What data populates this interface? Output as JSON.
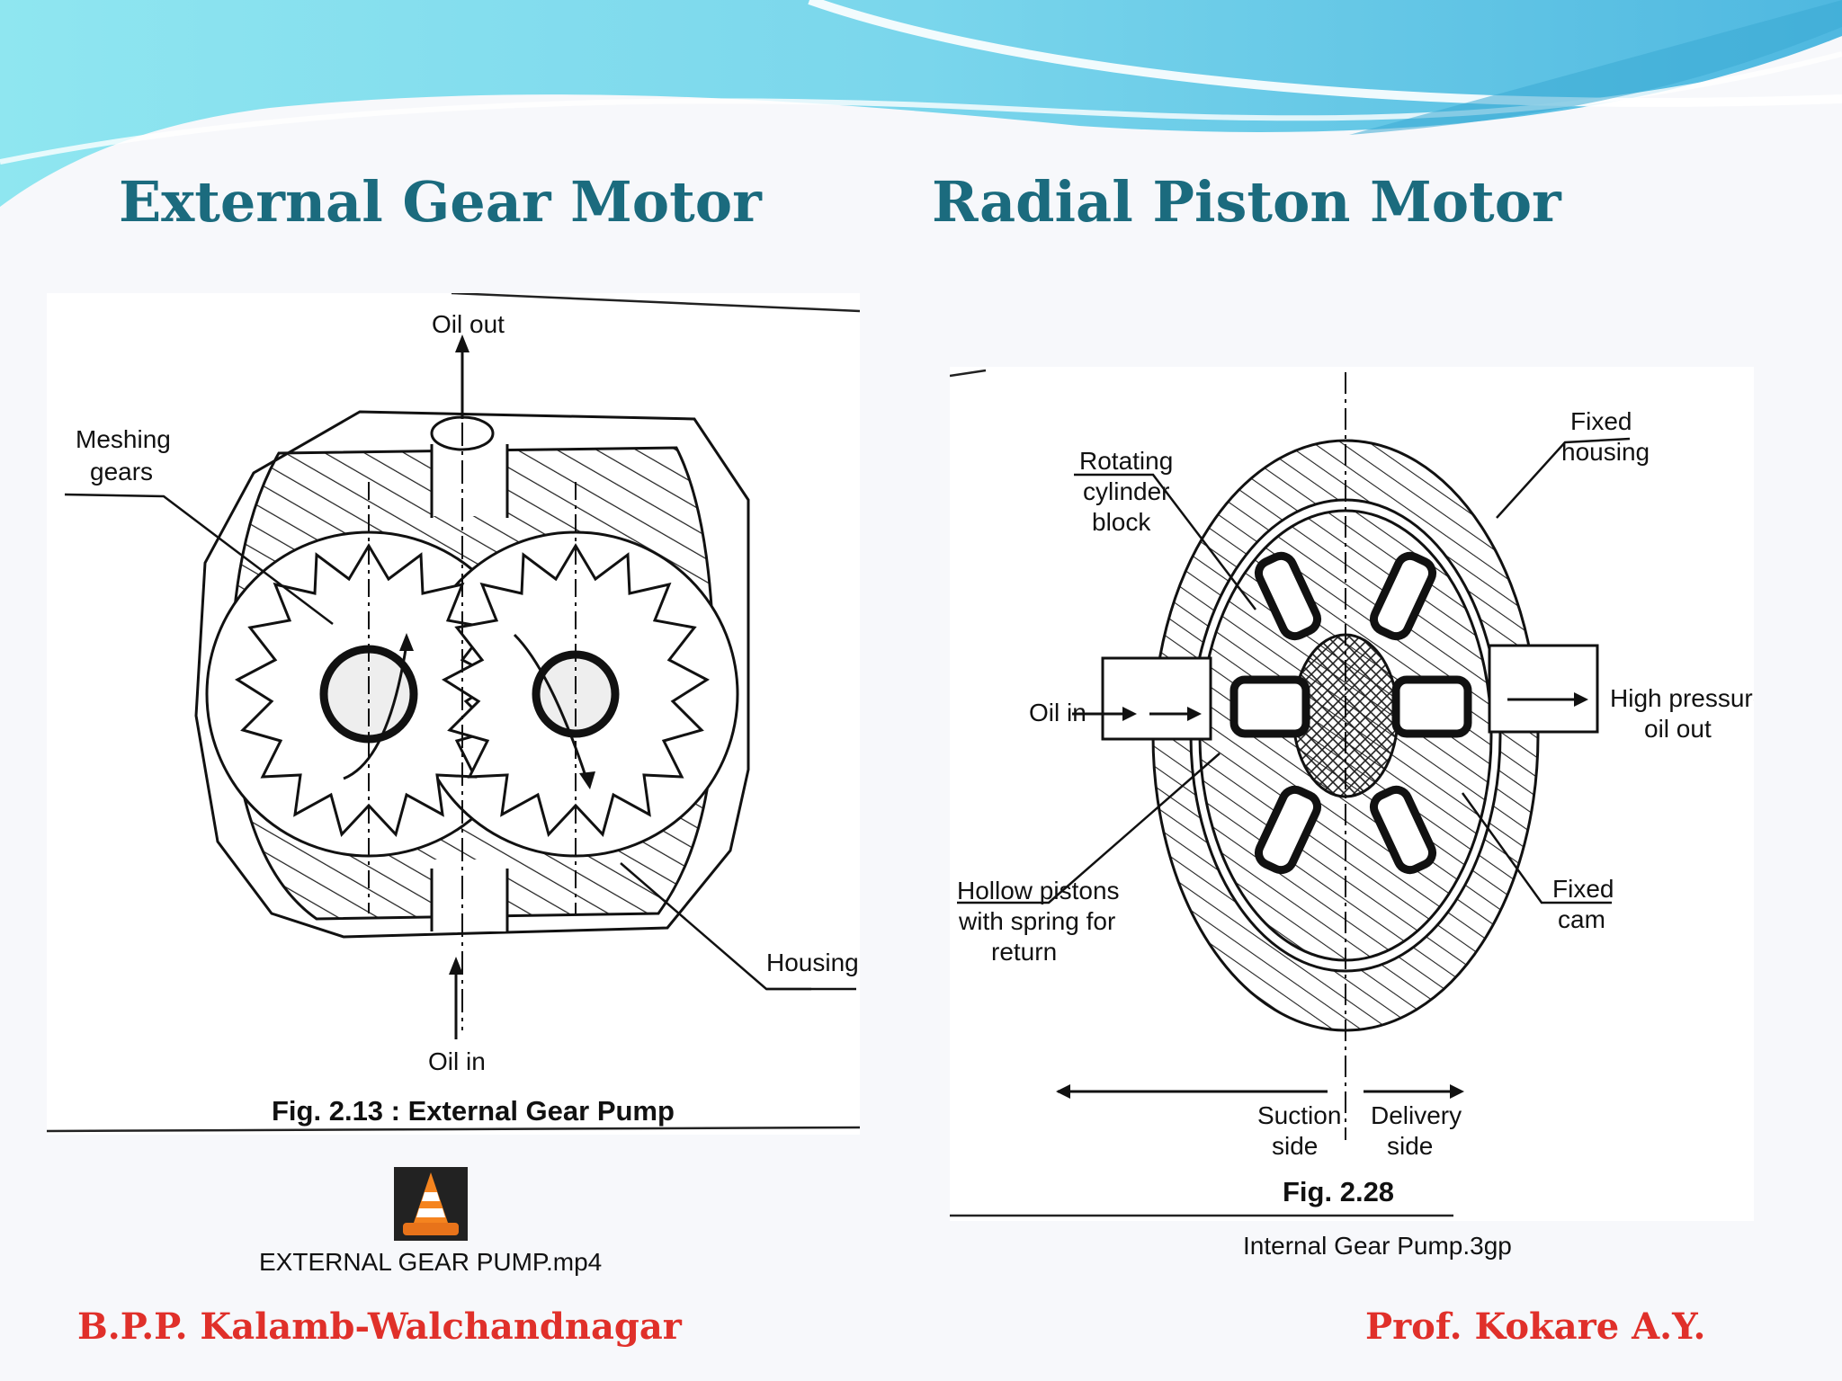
{
  "slide": {
    "left_title": "External Gear Motor",
    "right_title": "Radial Piston Motor",
    "footer_left": "B.P.P. Kalamb-Walchandnagar",
    "footer_right": "Prof. Kokare A.Y."
  },
  "left_figure": {
    "labels": {
      "oil_out": "Oil out",
      "meshing_1": "Meshing",
      "meshing_2": "gears",
      "housing": "Housing",
      "oil_in": "Oil in"
    },
    "caption": "Fig. 2.13 : External Gear Pump",
    "media_file": "EXTERNAL GEAR PUMP.mp4",
    "media_icon": "vlc-cone-icon"
  },
  "right_figure": {
    "labels": {
      "rot_1": "Rotating",
      "rot_2": "cylinder",
      "rot_3": "block",
      "fixed_housing_1": "Fixed",
      "fixed_housing_2": "housing",
      "oil_in": "Oil in",
      "hp_1": "High pressure",
      "hp_2": "oil out",
      "hollow_1": "Hollow pistons",
      "hollow_2": "with spring for",
      "hollow_3": "return",
      "fixed_cam_1": "Fixed",
      "fixed_cam_2": "cam",
      "suction_1": "Suction",
      "suction_2": "side",
      "delivery_1": "Delivery",
      "delivery_2": "side"
    },
    "caption": "Fig. 2.28",
    "media_file": "Internal Gear Pump.3gp"
  },
  "colors": {
    "title": "#1b6b7e",
    "footer": "#e0302a",
    "wave_light": "#9fe3ee",
    "wave_dark": "#3fb3d6"
  }
}
